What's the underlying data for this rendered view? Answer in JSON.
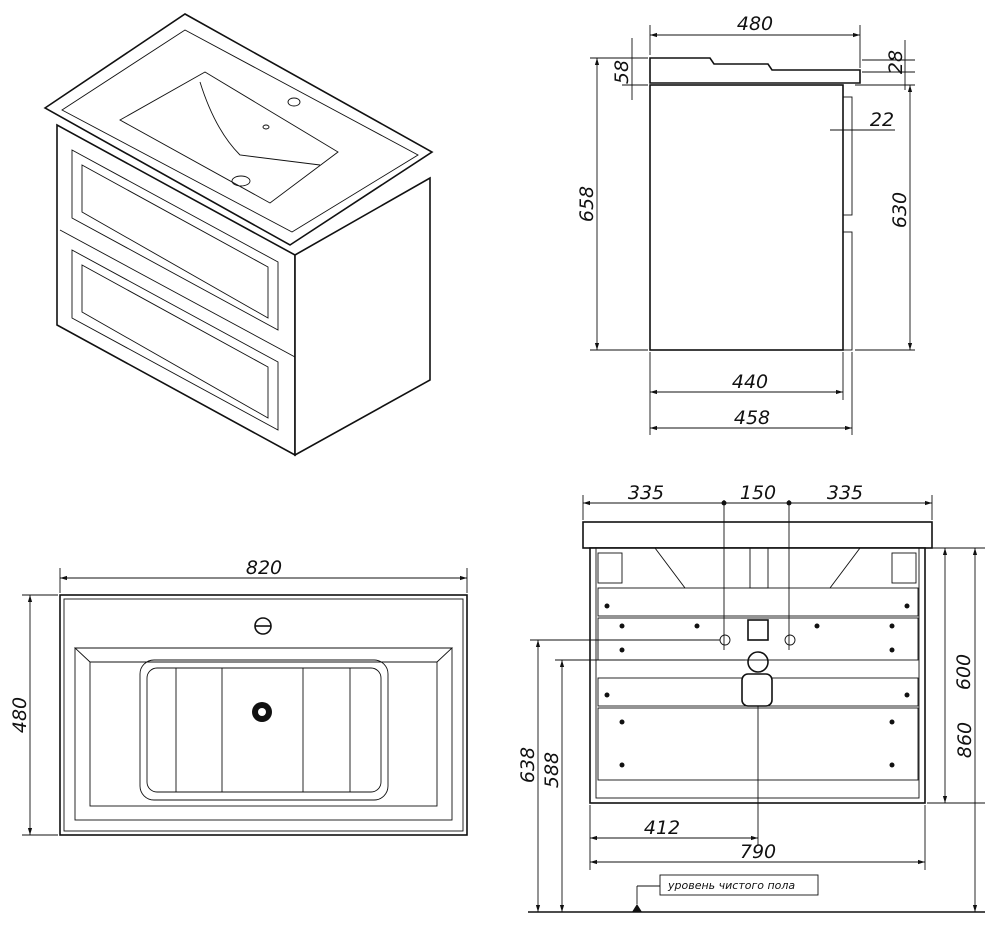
{
  "side_view": {
    "width_top": "480",
    "top_thickness": "58",
    "lip": "28",
    "door": "22",
    "height_total": "658",
    "height_body": "630",
    "depth_body": "440",
    "depth_total": "458"
  },
  "top_view": {
    "width": "820",
    "depth": "480"
  },
  "front_view": {
    "left": "335",
    "center": "150",
    "right": "335",
    "body_height": "600",
    "mount_height": "860",
    "drain_high": "638",
    "drain_low": "588",
    "drain_offset": "412",
    "body_width": "790",
    "floor_label": "уровень чистого пола"
  }
}
